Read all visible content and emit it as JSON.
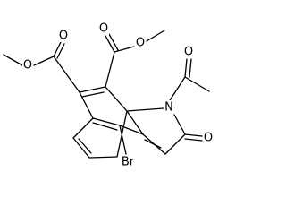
{
  "molecule": {
    "atom_labels": {
      "ester_left_O_carbonyl": "O",
      "ester_left_O_single": "O",
      "ester_right_O_carbonyl": "O",
      "ester_right_O_single": "O",
      "acetyl_O": "O",
      "ring_N": "N",
      "lactam_O": "O",
      "bromo": "Br"
    }
  }
}
